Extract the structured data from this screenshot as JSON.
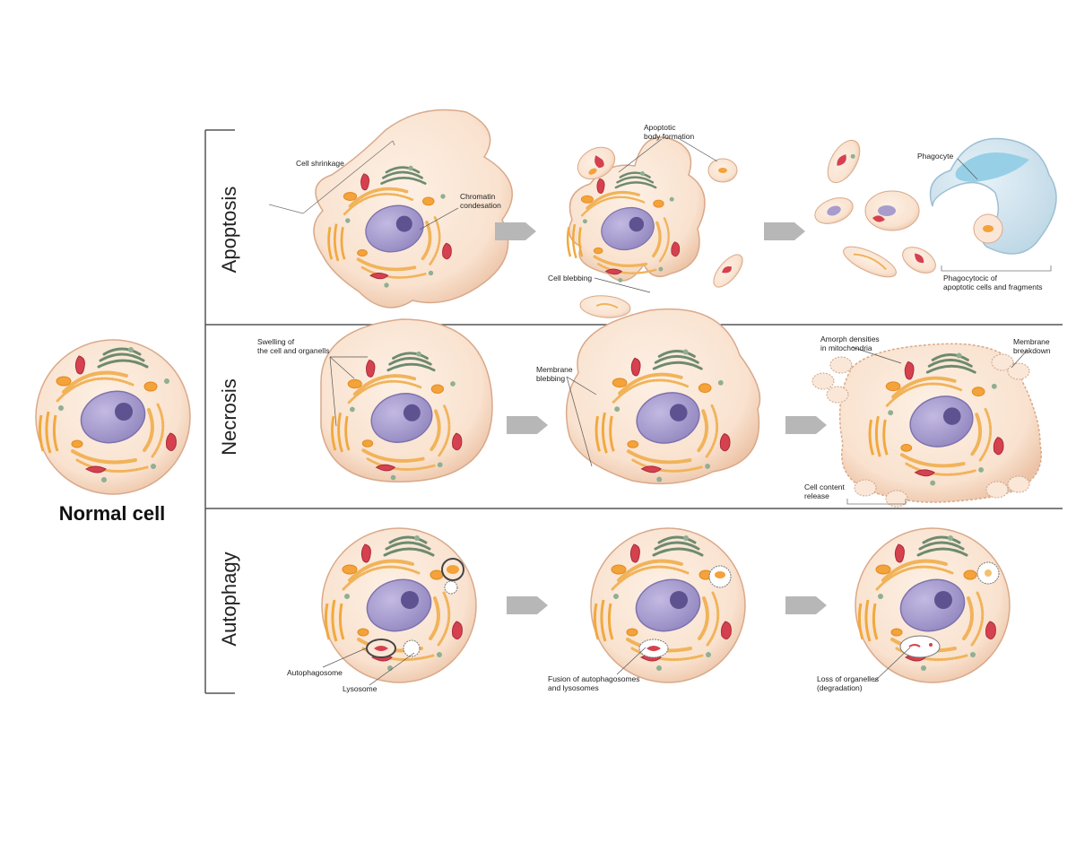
{
  "normal_cell": {
    "title": "Normal cell"
  },
  "rows": {
    "apoptosis": {
      "title": "Apoptosis"
    },
    "necrosis": {
      "title": "Necrosis"
    },
    "autophagy": {
      "title": "Autophagy"
    }
  },
  "labels": {
    "cell_shrinkage": "Cell shrinkage",
    "chromatin_condesation": "Chromatin\ncondesation",
    "apoptotic_body_formation": "Apoptotic\nbody formation",
    "cell_blebbing": "Cell blebbing",
    "phagocyte": "Phagocyte",
    "phagocytosis": "Phagocytocic of\napoptotic cells and fragments",
    "swelling": "Swelling of\nthe cell and organells",
    "membrane_blebbing": "Membrane\nblebbing",
    "amorph_densities": "Amorph densities\nin mitochondria",
    "membrane_breakdown": "Membrane\nbreakdown",
    "cell_content_release": "Cell content\nrelease",
    "autophagosome": "Autophagosome",
    "lysosome": "Lysosome",
    "fusion": "Fusion of autophagosomes\nand lysosomes",
    "loss_of_organelles": "Loss of organelles\n(degradation)"
  },
  "colors": {
    "cytoplasm": "#fbe7d7",
    "cell_edge": "#e8bfa3",
    "nucleus": "#a79ccc",
    "nucleolus": "#5e5290",
    "mitochondria": "#d6414f",
    "er": "#f3b24f",
    "golgi": "#6e8a6f",
    "lysosome": "#f4a23a",
    "phagocyte": "#d6e8f1",
    "phagocyte_nucleus": "#97d0e6",
    "arrow": "#b7b7b7",
    "frame": "#555555"
  }
}
